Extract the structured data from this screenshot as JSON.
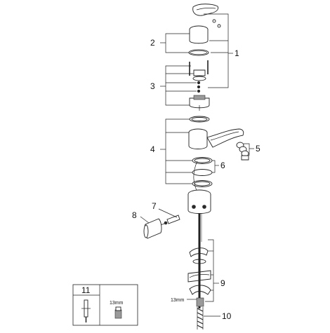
{
  "callouts": {
    "c1": "1",
    "c2": "2",
    "c3": "3",
    "c4": "4",
    "c5": "5",
    "c6": "6",
    "c7": "7",
    "c8": "8",
    "c9": "9",
    "c10": "10",
    "c11": "11"
  },
  "wrench_labels": {
    "box_13mm": "13mm",
    "side_13mm": "13mm"
  }
}
